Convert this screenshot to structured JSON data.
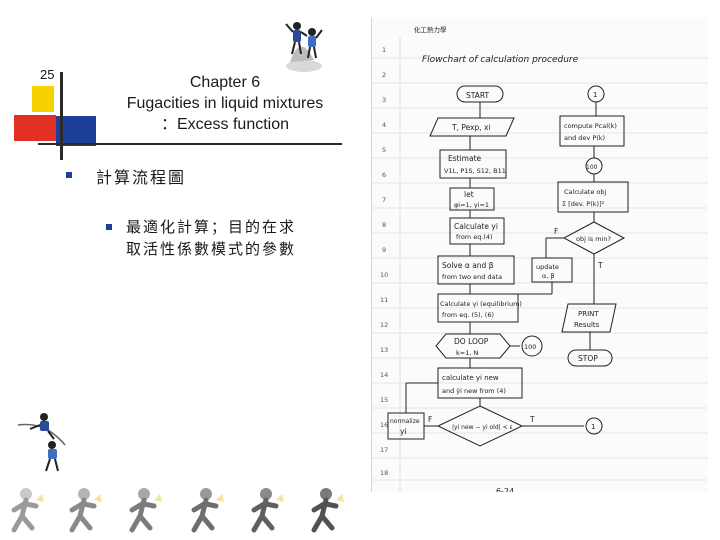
{
  "slide": {
    "number": "25",
    "title_lines": [
      "Chapter 6",
      "Fugacities in liquid mixtures",
      "：Excess function"
    ],
    "bullet1": "計算流程圖",
    "bullet2_lines": [
      "最適化計算；目的在求",
      "取活性係數模式的參數"
    ]
  },
  "scan": {
    "header": "化工熱力學",
    "title": "Flowchart of calculation procedure",
    "footer": "6-24",
    "line_numbers": [
      "1",
      "2",
      "3",
      "4",
      "5",
      "6",
      "7",
      "8",
      "9",
      "10",
      "11",
      "12",
      "13",
      "14",
      "15",
      "16",
      "17",
      "18"
    ],
    "boxes": {
      "start": "START",
      "input": "T, Pexp, xi",
      "estimate": "Estimate",
      "estimate_vars": "V1L, P1S, S12, B11",
      "let": "let",
      "let_vals": "φi=1, γi=1",
      "calc_yi": "Calculate yi",
      "calc_yi_from": "from eq.(4)",
      "solve": "Solve α and β",
      "solve_from": "from two end data",
      "calc_gamma": "Calculate γi (equilibrium)",
      "calc_gamma_from": "from eq. (5), (6)",
      "do_loop": "DO LOOP",
      "do_range": "k=1, N",
      "label_100": "100",
      "calc_ynew": "calculate yi new",
      "calc_ynew_and": "and ŷi new from (4)",
      "normalize": "normalize",
      "normalize_var": "yi",
      "decision_diff": "|yi new − yi old| < ε",
      "t_label": "T",
      "f_label": "F",
      "compute": "compute Pcal(k)",
      "compute_and": "and dev P(k)",
      "calc_obj": "Calculate obj",
      "calc_obj_sum": "Σ [dev. P(k)]²",
      "decision_obj": "obj is min?",
      "update": "update",
      "update_vars": "α, β",
      "print": "PRINT",
      "print_results": "Results",
      "stop": "STOP",
      "connector_1": "1"
    }
  }
}
